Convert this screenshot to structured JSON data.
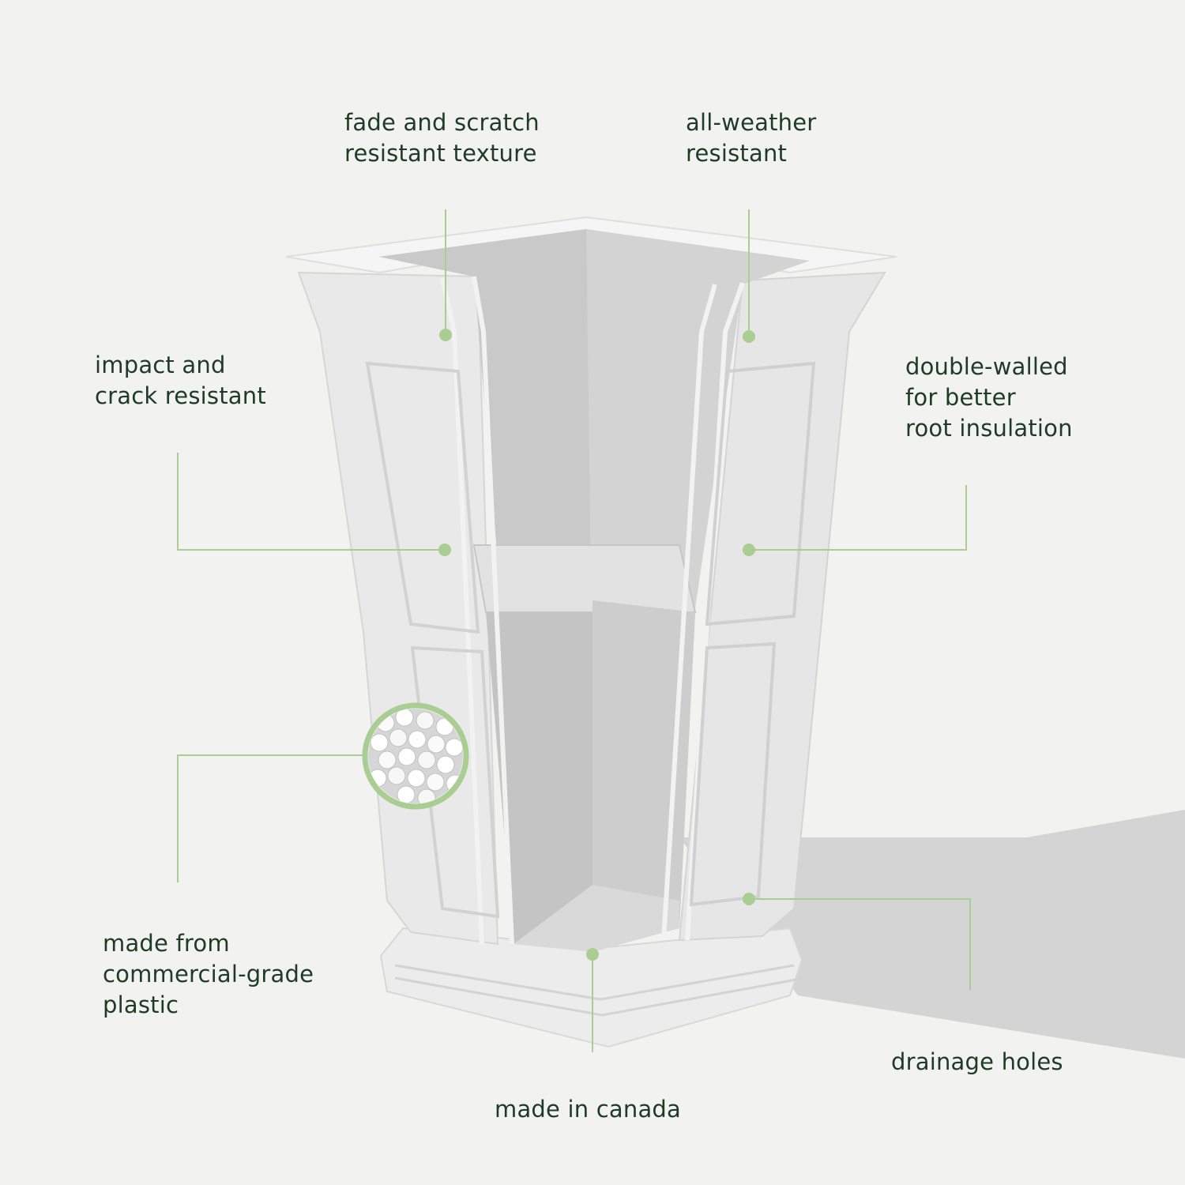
{
  "colors": {
    "background": "#f2f2f1",
    "text": "#1e3b25",
    "callout_line": "#a9cd92",
    "callout_dot": "#a9cd92",
    "planter_face": "#eaeaea",
    "planter_interior": "#cfcfcf",
    "shadow": "#c9c9c9"
  },
  "callouts": {
    "fade_scratch": "fade and scratch\nresistant texture",
    "all_weather": "all-weather\nresistant",
    "impact_crack": "impact and\ncrack resistant",
    "double_walled": "double-walled\nfor better\nroot insulation",
    "commercial_plastic": "made from\ncommercial-grade\nplastic",
    "drainage": "drainage holes",
    "made_in_canada": "made in canada"
  },
  "icons": {
    "material_sample": "plastic-pellets-icon",
    "callout_marker": "callout-dot-icon"
  }
}
